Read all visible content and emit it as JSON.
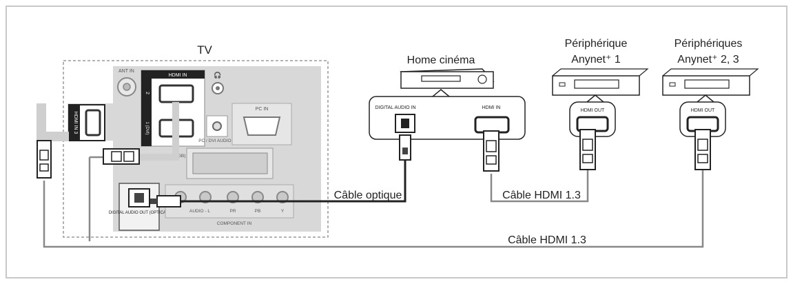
{
  "tv": {
    "title": "TV",
    "ant_in": "ANT IN",
    "hdmi_in": "HDMI IN",
    "hdmi_port_2": "2",
    "hdmi_port_1": "1 (DVI)",
    "hdmi_in_3": "HDMI IN 3",
    "pc_in": "PC IN",
    "pc_dvi_audio_in": "PC / DVI AUDIO IN",
    "ext_rgb": "EXT (RGB)",
    "digital_audio_out": "DIGITAL AUDIO OUT (OPTICAL)",
    "audio_l": "AUDIO - L",
    "pr": "PR",
    "pb": "PB",
    "y": "Y",
    "component_in": "COMPONENT IN"
  },
  "home_cinema": {
    "title": "Home cinéma",
    "digital_audio_in": "DIGITAL AUDIO IN",
    "hdmi_in": "HDMI IN"
  },
  "device1": {
    "title_line1": "Périphérique",
    "title_line2": "Anynet⁺ 1",
    "hdmi_out": "HDMI OUT"
  },
  "device23": {
    "title_line1": "Périphériques",
    "title_line2": "Anynet⁺ 2, 3",
    "hdmi_out": "HDMI OUT"
  },
  "cables": {
    "optical": "Câble optique",
    "hdmi_short": "Câble HDMI 1.3",
    "hdmi_long": "Câble HDMI 1.3"
  }
}
